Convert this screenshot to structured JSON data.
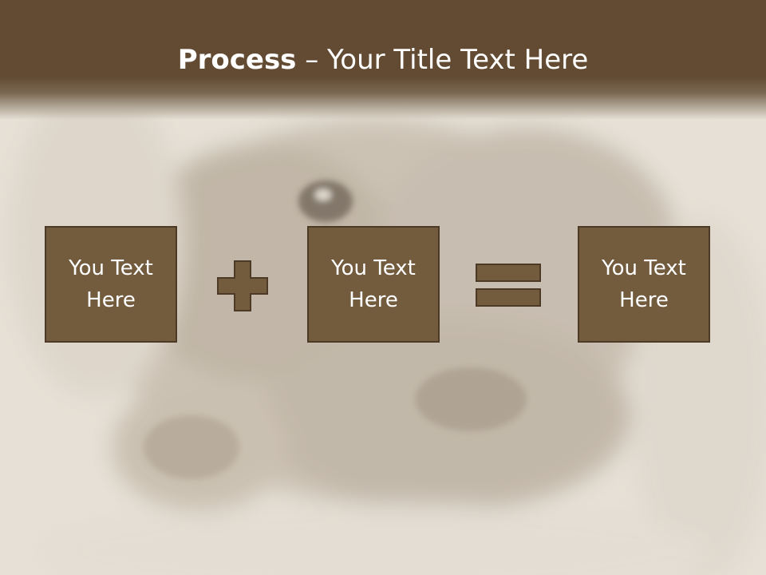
{
  "slide": {
    "title_bold": "Process",
    "title_rest": " – Your Title Text Here",
    "boxes": [
      {
        "text": "You Text Here"
      },
      {
        "text": "You Text Here"
      },
      {
        "text": "You Text Here"
      }
    ],
    "operators": [
      "plus-icon",
      "equals-icon"
    ]
  },
  "colors": {
    "title_band": "#624b32",
    "box_fill": "#735b3e",
    "box_border": "#4c3a26",
    "background": "#e4ddd2",
    "text": "#ffffff"
  }
}
